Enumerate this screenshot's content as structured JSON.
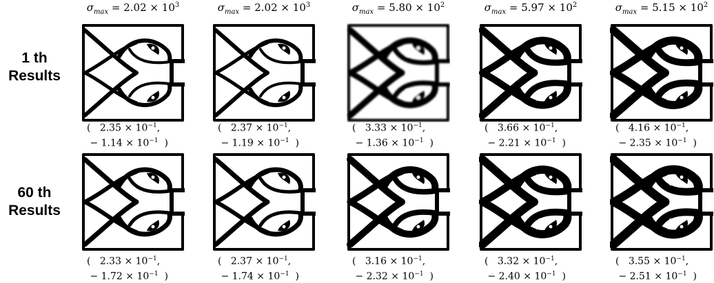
{
  "columns": [
    {
      "sigma_prefix": "σ",
      "sigma_sub": "max",
      "sigma_mantissa": "2.02",
      "sigma_exp": "3"
    },
    {
      "sigma_prefix": "σ",
      "sigma_sub": "max",
      "sigma_mantissa": "2.02",
      "sigma_exp": "3"
    },
    {
      "sigma_prefix": "σ",
      "sigma_sub": "max",
      "sigma_mantissa": "5.80",
      "sigma_exp": "2"
    },
    {
      "sigma_prefix": "σ",
      "sigma_sub": "max",
      "sigma_mantissa": "5.97",
      "sigma_exp": "2"
    },
    {
      "sigma_prefix": "σ",
      "sigma_sub": "max",
      "sigma_mantissa": "5.15",
      "sigma_exp": "2"
    }
  ],
  "rows": [
    {
      "label_line1": "1 th",
      "label_line2": "Results",
      "coords": [
        {
          "a": "2.35",
          "b": "1.14"
        },
        {
          "a": "2.37",
          "b": "1.19"
        },
        {
          "a": "3.33",
          "b": "1.36"
        },
        {
          "a": "3.66",
          "b": "2.21"
        },
        {
          "a": "4.16",
          "b": "2.35"
        }
      ]
    },
    {
      "label_line1": "60 th",
      "label_line2": "Results",
      "coords": [
        {
          "a": "2.33",
          "b": "1.72"
        },
        {
          "a": "2.37",
          "b": "1.74"
        },
        {
          "a": "3.16",
          "b": "2.32"
        },
        {
          "a": "3.32",
          "b": "2.40"
        },
        {
          "a": "3.55",
          "b": "2.51"
        }
      ]
    }
  ],
  "exp_text": "−1",
  "times": "×",
  "ten": "10",
  "equals": "=",
  "colors": {
    "structure": "#000000",
    "background": "#ffffff"
  }
}
